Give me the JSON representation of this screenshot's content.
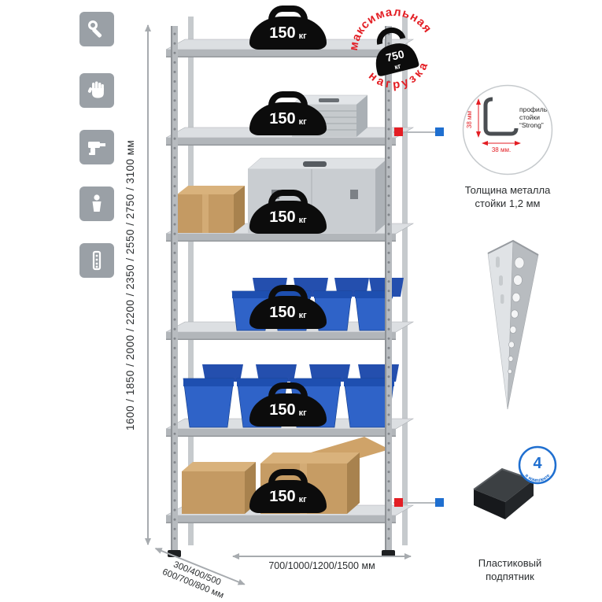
{
  "colors": {
    "accent_red": "#e31e24",
    "accent_blue": "#1f6fd0",
    "bin_blue": "#2f63c8",
    "metal_gray": "#c6cacd"
  },
  "sidebar": {
    "icons": [
      {
        "name": "wrench-icon"
      },
      {
        "name": "glove-icon"
      },
      {
        "name": "drill-icon"
      },
      {
        "name": "person-icon"
      },
      {
        "name": "perforated-post-icon"
      }
    ]
  },
  "dimensions": {
    "height_label": "1600 / 1850 / 2000 / 2200 / 2350 / 2550 / 2750 / 3100 мм",
    "width_label": "700/1000/1200/1500 мм",
    "depth_label_line1": "300/400/500",
    "depth_label_line2": "600/700/800 мм"
  },
  "shelves": [
    {
      "load": "150",
      "unit": "кг"
    },
    {
      "load": "150",
      "unit": "кг"
    },
    {
      "load": "150",
      "unit": "кг"
    },
    {
      "load": "150",
      "unit": "кг"
    },
    {
      "load": "150",
      "unit": "кг"
    },
    {
      "load": "150",
      "unit": "кг"
    }
  ],
  "stamp": {
    "arc_top": "максимальная",
    "arc_bottom": "нагрузка",
    "value": "750",
    "unit": "кг"
  },
  "profile": {
    "line1": "профиль",
    "line2": "стойки",
    "line3": "“Strong”",
    "dim_v": "38 мм",
    "dim_h": "38 мм.",
    "caption_line1": "Толщина металла",
    "caption_line2": "стойки 1,2 мм"
  },
  "foot": {
    "badge_value": "4",
    "badge_arc": "в комплекте",
    "caption_line1": "Пластиковый",
    "caption_line2": "подпятник"
  }
}
